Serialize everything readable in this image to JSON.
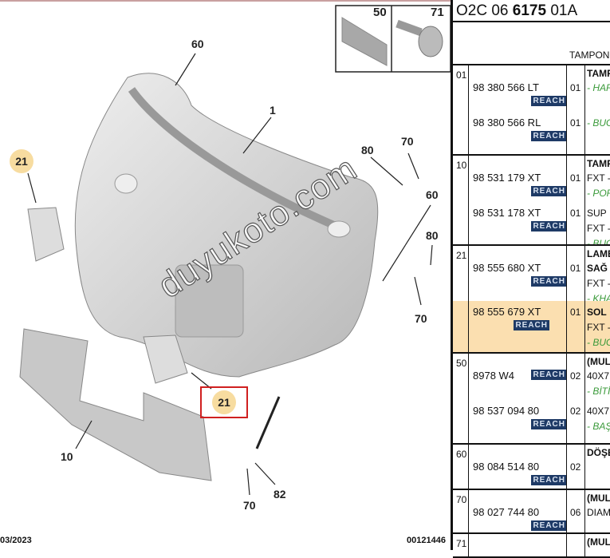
{
  "diagram": {
    "labels": {
      "l1": "1",
      "l10": "10",
      "l60a": "60",
      "l60b": "60",
      "l70a": "70",
      "l70b": "70",
      "l70c": "70",
      "l80a": "80",
      "l80b": "80",
      "l82": "82",
      "l21a": "21",
      "l21b": "21",
      "l50": "50",
      "l71": "71"
    },
    "date": "03/2023",
    "code": "00121446",
    "watermark": "duyukoto.com",
    "highlight_color": "#d02020"
  },
  "table": {
    "title_pre": "O2C 06 ",
    "title_bold": "6175",
    "title_post": " 01A",
    "subheader": "TAMPON",
    "reach": "REACH",
    "rows": [
      {
        "ref": "01",
        "items": [
          {
            "pn": "98 380 566 LT",
            "qty": "01",
            "desc": [
              [
                "b",
                "TAMP"
              ],
              [
                "g",
                "- HAF"
              ]
            ]
          },
          {
            "pn": "98 380 566 RL",
            "qty": "01",
            "desc": [
              [
                "g",
                "- BUG"
              ]
            ]
          }
        ]
      },
      {
        "ref": "10",
        "items": [
          {
            "pn": "98 531 179 XT",
            "qty": "01",
            "desc": [
              [
                "b",
                "TAMP"
              ],
              [
                "n",
                "FXT -"
              ],
              [
                "g",
                "- POR"
              ]
            ]
          },
          {
            "pn": "98 531 178 XT",
            "qty": "01",
            "desc": [
              [
                "n",
                "SUP"
              ],
              [
                "n",
                "FXT -"
              ],
              [
                "g",
                "- BUG"
              ]
            ]
          }
        ]
      },
      {
        "ref": "21",
        "items": [
          {
            "pn": "98 555 680 XT",
            "qty": "01",
            "desc": [
              [
                "b",
                "LAMB"
              ],
              [
                "b",
                "SAĞ"
              ],
              [
                "n",
                "FXT -"
              ],
              [
                "g",
                "- KHA"
              ]
            ]
          },
          {
            "pn": "98 555 679 XT",
            "qty": "01",
            "selected": true,
            "desc": [
              [
                "b",
                "SOL"
              ],
              [
                "n",
                "FXT -"
              ],
              [
                "g",
                "- BUG"
              ]
            ]
          }
        ]
      },
      {
        "ref": "50",
        "items": [
          {
            "pn": "8978 W4",
            "qty": "02",
            "desc": [
              [
                "b",
                "(MUL"
              ],
              [
                "n",
                "40X7"
              ],
              [
                "g",
                "- BİTİ"
              ]
            ]
          },
          {
            "pn": "98 537 094 80",
            "qty": "02",
            "desc": [
              [
                "n",
                "40X7"
              ],
              [
                "g",
                "- BAŞ"
              ]
            ]
          }
        ]
      },
      {
        "ref": "60",
        "items": [
          {
            "pn": "98 084 514 80",
            "qty": "02",
            "desc": [
              [
                "b",
                "DÖŞE"
              ]
            ]
          }
        ]
      },
      {
        "ref": "70",
        "items": [
          {
            "pn": "98 027 744 80",
            "qty": "06",
            "desc": [
              [
                "b",
                "(MUL"
              ],
              [
                "n",
                "DIAM"
              ]
            ]
          }
        ]
      },
      {
        "ref": "71",
        "items": [
          {
            "pn": "",
            "qty": "",
            "desc": [
              [
                "b",
                "(MUL"
              ]
            ]
          }
        ]
      }
    ]
  }
}
